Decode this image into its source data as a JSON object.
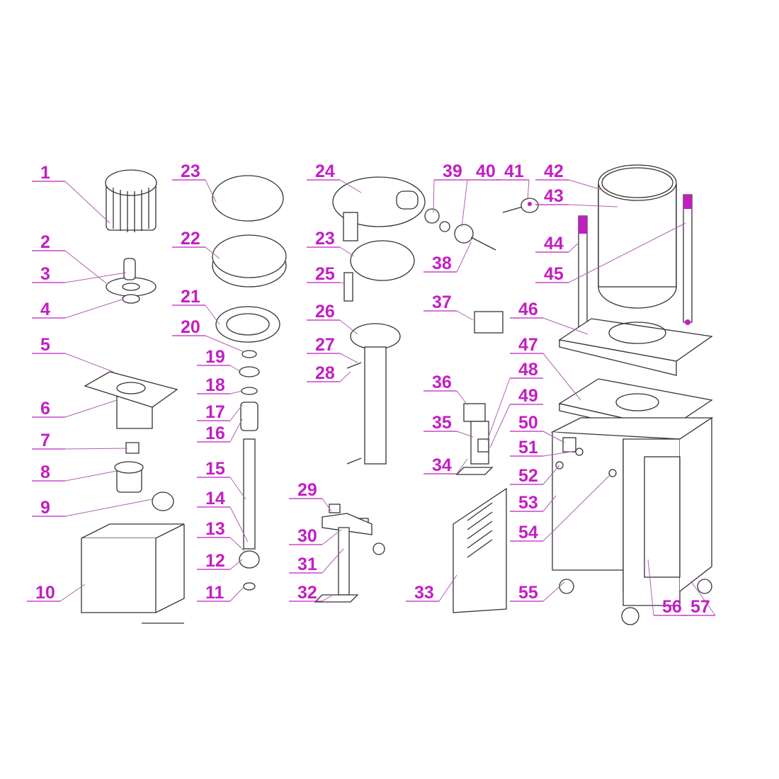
{
  "title": "Exploded parts diagram",
  "label_color": "#c21fc2",
  "labels": [
    "1",
    "2",
    "3",
    "4",
    "5",
    "6",
    "7",
    "8",
    "9",
    "10",
    "11",
    "12",
    "13",
    "14",
    "15",
    "16",
    "17",
    "18",
    "19",
    "20",
    "21",
    "22",
    "23",
    "24",
    "23",
    "25",
    "26",
    "27",
    "28",
    "29",
    "30",
    "31",
    "32",
    "33",
    "34",
    "35",
    "36",
    "37",
    "38",
    "39",
    "40",
    "41",
    "42",
    "43",
    "44",
    "45",
    "46",
    "47",
    "48",
    "49",
    "50",
    "51",
    "52",
    "53",
    "54",
    "55",
    "56",
    "57"
  ]
}
